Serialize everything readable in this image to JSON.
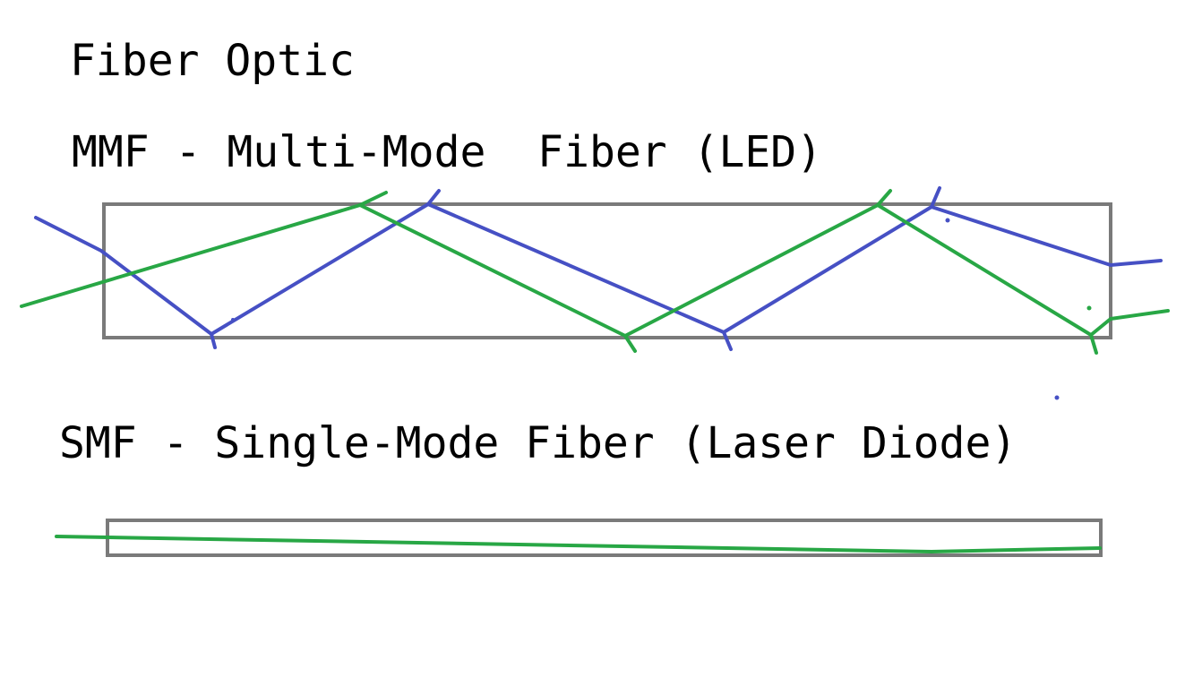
{
  "title": "Fiber Optic",
  "mmf": {
    "heading": "MMF - Multi-Mode  Fiber (LED)"
  },
  "smf": {
    "heading": "SMF - Single-Mode Fiber (Laser Diode)"
  },
  "colors": {
    "fiber_outline": "#7a7a7a",
    "ray_blue": "#4650c4",
    "ray_green": "#28a745",
    "text": "#000000",
    "background": "#ffffff"
  }
}
